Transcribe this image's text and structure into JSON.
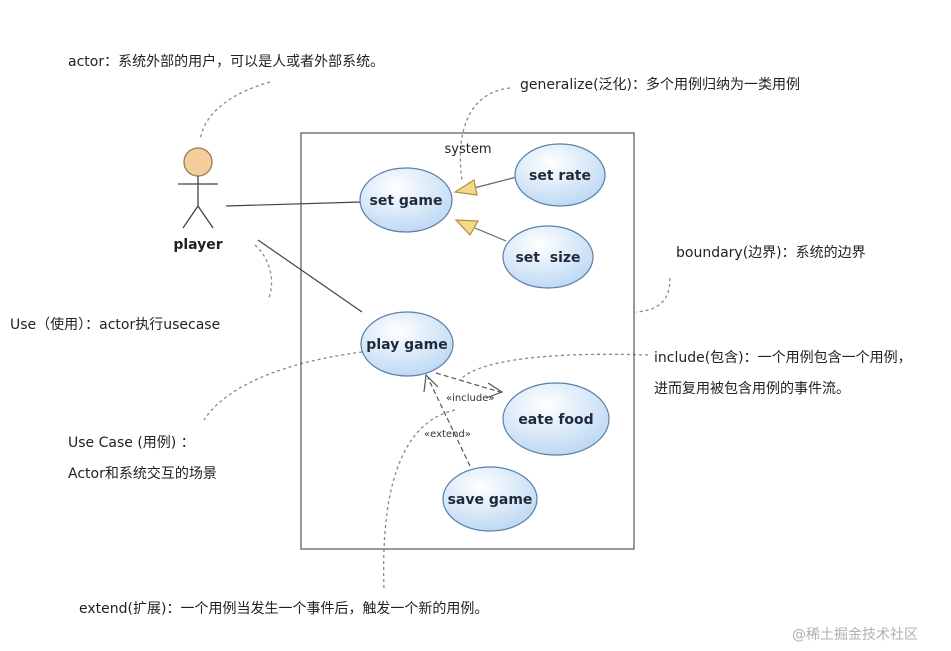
{
  "system": {
    "label": "system"
  },
  "actor": {
    "name": "player"
  },
  "use_cases": {
    "set_game": "set game",
    "set_rate": "set rate",
    "set_size": "set  size",
    "play_game": "play game",
    "eate_food": "eate food",
    "save_game": "save game"
  },
  "relations": {
    "include": "«include»",
    "extend": "«extend»"
  },
  "annotations": {
    "actor": "actor：系统外部的用户，可以是人或者外部系统。",
    "generalize": "generalize(泛化)：多个用例归纳为一类用例",
    "boundary": "boundary(边界)：系统的边界",
    "use": "Use（使用）：actor执行usecase",
    "include_line1": "include(包含)：一个用例包含一个用例，",
    "include_line2": "进而复用被包含用例的事件流。",
    "usecase_line1": "Use Case  (用例) ：",
    "usecase_line2": "Actor和系统交互的场景",
    "extend": "extend(扩展)：一个用例当发生一个事件后，触发一个新的用例。"
  },
  "watermark": "@稀土掘金技术社区",
  "colors": {
    "usecase_fill_top": "#ffffff",
    "usecase_fill_bottom": "#b9d7f3",
    "usecase_stroke": "#5a7fa8",
    "actor_head": "#f4cf9b",
    "generalize_arrow": "#f5d78a",
    "dashed_note": "#888888"
  }
}
